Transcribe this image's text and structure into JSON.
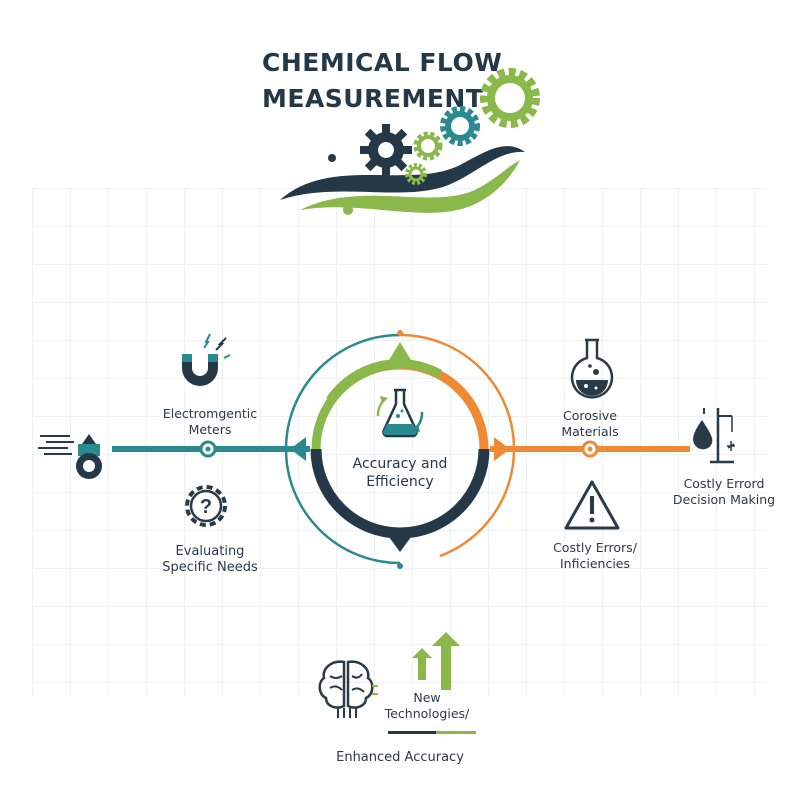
{
  "title_line1": "CHEMICAL FLOW",
  "title_line2": "MEASUREMENT",
  "center": {
    "line1": "Accuracy and",
    "line2": "Efficiency"
  },
  "nodes": {
    "electromagnetic": [
      "Electromgentic",
      "Meters"
    ],
    "evaluating": [
      "Evaluating",
      "Specific Needs"
    ],
    "corrosive": [
      "Corosive",
      "Materials"
    ],
    "costly_errors": [
      "Costly Errors/",
      "Inficiencies"
    ],
    "costly_decision": [
      "Costly Errord",
      "Decision Making"
    ],
    "new_tech": [
      "New",
      "Technologies/"
    ],
    "enhanced": "Enhanced Accuracy"
  },
  "colors": {
    "navy": "#243848",
    "teal": "#2a8a8f",
    "green": "#8ab84a",
    "orange": "#ee8a34"
  },
  "icons": [
    "gears-icon",
    "magnet-icon",
    "question-gear-icon",
    "flask-icon",
    "warning-icon",
    "drop-icon",
    "brain-icon",
    "arrows-up-icon",
    "valve-icon"
  ]
}
